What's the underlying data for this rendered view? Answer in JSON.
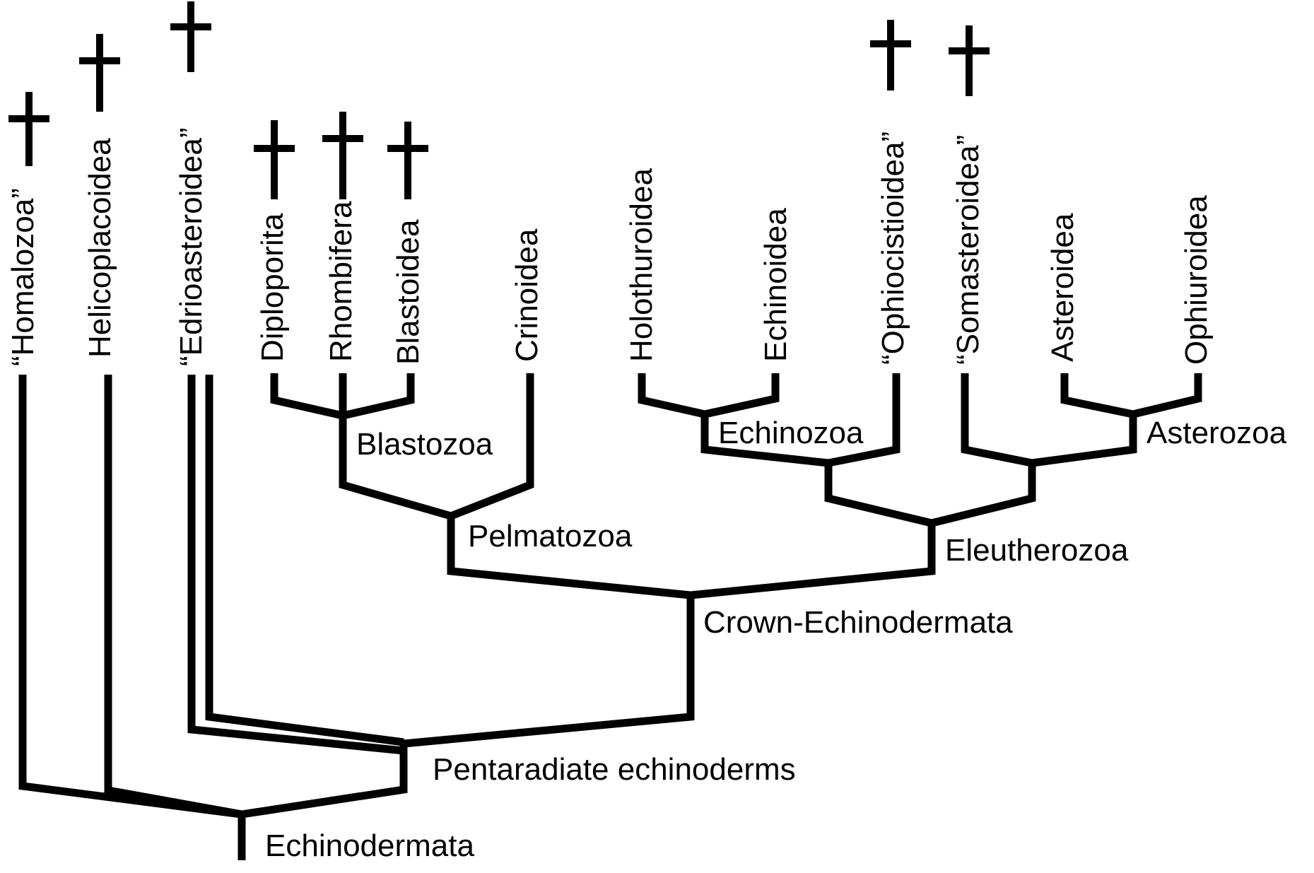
{
  "diagram": {
    "type": "cladogram",
    "line_color": "#000000",
    "background": "#ffffff",
    "taxa": [
      {
        "id": "homalozoa",
        "label": "“Homalozoa”",
        "extinct": true
      },
      {
        "id": "helicoplacoidea",
        "label": "Helicoplacoidea",
        "extinct": true
      },
      {
        "id": "edrioasteroidea",
        "label": "“Edrioasteroidea”",
        "extinct": true
      },
      {
        "id": "diploporita",
        "label": "Diploporita",
        "extinct": true
      },
      {
        "id": "rhombifera",
        "label": "Rhombifera",
        "extinct": true
      },
      {
        "id": "blastoidea",
        "label": "Blastoidea",
        "extinct": true
      },
      {
        "id": "crinoidea",
        "label": "Crinoidea",
        "extinct": false
      },
      {
        "id": "holothuroidea",
        "label": "Holothuroidea",
        "extinct": false
      },
      {
        "id": "echinoidea",
        "label": "Echinoidea",
        "extinct": false
      },
      {
        "id": "ophiocistioidea",
        "label": "“Ophiocistioidea”",
        "extinct": true
      },
      {
        "id": "somasteroidea",
        "label": "“Somasteroidea”",
        "extinct": true
      },
      {
        "id": "asteroidea",
        "label": "Asteroidea",
        "extinct": false
      },
      {
        "id": "ophiuroidea",
        "label": "Ophiuroidea",
        "extinct": false
      }
    ],
    "clades": [
      {
        "id": "blastozoa",
        "label": "Blastozoa"
      },
      {
        "id": "echinozoa",
        "label": "Echinozoa"
      },
      {
        "id": "asterozoa",
        "label": "Asterozoa"
      },
      {
        "id": "pelmatozoa",
        "label": "Pelmatozoa"
      },
      {
        "id": "eleutherozoa",
        "label": "Eleutherozoa"
      },
      {
        "id": "crown-echinodermata",
        "label": "Crown-Echinodermata"
      },
      {
        "id": "pentaradiate-echinoderms",
        "label": "Pentaradiate echinoderms"
      },
      {
        "id": "echinodermata",
        "label": "Echinodermata"
      }
    ],
    "tree": {
      "clade": "echinodermata",
      "children": [
        "homalozoa",
        "helicoplacoidea",
        {
          "clade": "pentaradiate-echinoderms",
          "children": [
            "edrioasteroidea",
            {
              "clade": "crown-echinodermata",
              "children": [
                {
                  "clade": "pelmatozoa",
                  "children": [
                    {
                      "clade": "blastozoa",
                      "children": [
                        "diploporita",
                        "rhombifera",
                        "blastoidea"
                      ]
                    },
                    "crinoidea"
                  ]
                },
                {
                  "clade": "eleutherozoa",
                  "children": [
                    {
                      "children": [
                        {
                          "clade": "echinozoa",
                          "children": [
                            "holothuroidea",
                            "echinoidea"
                          ]
                        },
                        "ophiocistioidea"
                      ]
                    },
                    {
                      "children": [
                        "somasteroidea",
                        {
                          "clade": "asterozoa",
                          "children": [
                            "asteroidea",
                            "ophiuroidea"
                          ]
                        }
                      ]
                    }
                  ]
                }
              ]
            }
          ]
        }
      ]
    }
  }
}
